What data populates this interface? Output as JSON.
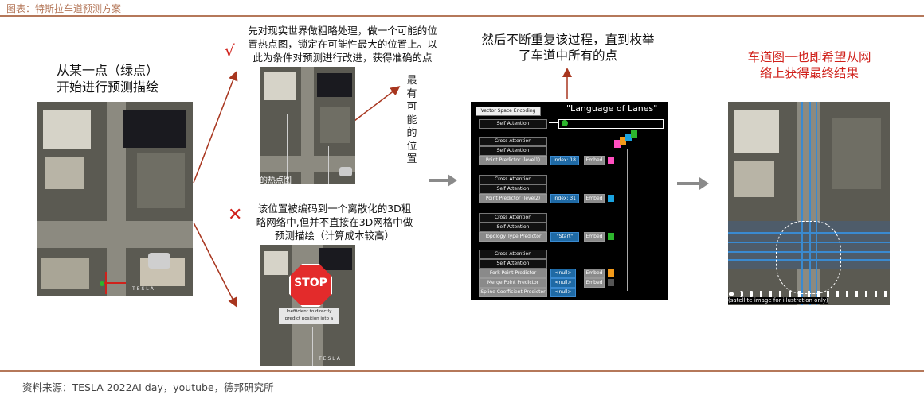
{
  "header": {
    "title": "图表：特斯拉车道预测方案"
  },
  "left_caption": {
    "line1": "从某一点（绿点）",
    "line2": "开始进行预测描绘"
  },
  "top_note": {
    "mark": "√",
    "lines": [
      "先对现实世界做粗略处理，做一个可能的位",
      "置热点图，锁定在可能性最大的位置上。以",
      "此为条件对预测进行改进，获得准确的点"
    ]
  },
  "vertical_label": [
    "最",
    "有",
    "可",
    "能",
    "的",
    "位",
    "置"
  ],
  "heatmap_label": "的热点图",
  "bottom_note": {
    "mark": "✕",
    "lines": [
      "该位置被编码到一个离散化的3D粗",
      "略网络中,但并不直接在3D网格中做",
      "预测描绘（计算成本较高）"
    ]
  },
  "stop_panel": {
    "stop_text": "STOP",
    "caption_l1": "Inefficient to directly",
    "caption_l2": "predict position into a"
  },
  "tesla_brand": "TESLA",
  "repeat_caption": {
    "line1": "然后不断重复该过程，直到枚举",
    "line2": "了车道中所有的点"
  },
  "result_caption": {
    "line1": "车道图一也即希望从网",
    "line2": "络上获得最终结果"
  },
  "result_note": "(satellite image for illustration only)",
  "nn": {
    "title": "\"Language of Lanes\"",
    "encoding": "Vector Space Encoding",
    "blocks": [
      "Self Attention",
      "Cross Attention",
      "Self Attention",
      "Point Predictor (level1)",
      "Cross Attention",
      "Self Attention",
      "Point Predictor (level2)",
      "Cross Attention",
      "Self Attention",
      "Topology Type Predictor",
      "Cross Attention",
      "Self Attention",
      "Fork Point Predictor",
      "Merge Point Predictor",
      "Spline Coefficient Predictor"
    ],
    "index1": "index: 18",
    "index2": "index: 31",
    "start": "\"Start\"",
    "null1": "<null>",
    "null2": "<null>",
    "null3": "<null>",
    "embed": "Embed"
  },
  "footer": {
    "source": "资料来源：TESLA 2022AI day，youtube，德邦研究所"
  },
  "colors": {
    "accent": "#b5785a",
    "red": "#d0211b",
    "green": "#2db52d",
    "blue": "#1f6aa5"
  }
}
